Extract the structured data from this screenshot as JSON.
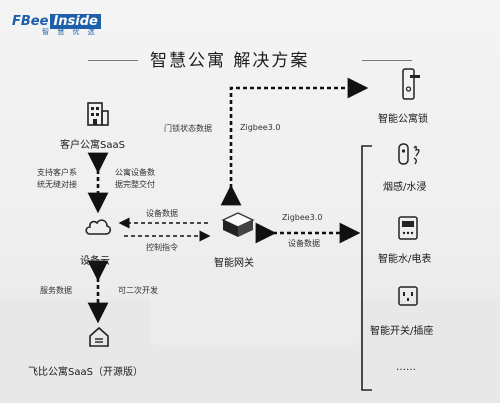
{
  "logo": {
    "brand": "FBee",
    "badge": "Inside",
    "tagline": "智 慧 优 选"
  },
  "title": "智慧公寓  解决方案",
  "nodes": {
    "saas": "客户公寓SaaS",
    "cloud": "设备云",
    "open_saas": "飞比公寓SaaS（开源版）",
    "gateway": "智能网关",
    "lock": "智能公寓锁",
    "smoke": "烟感/水浸",
    "meter": "智能水/电表",
    "switch": "智能开关/插座",
    "more": "……"
  },
  "edges": {
    "saas_left_1": "支持客户系",
    "saas_left_2": "统无缝对接",
    "saas_right_1": "公寓设备数",
    "saas_right_2": "据完整交付",
    "lock_status": "门锁状态数据",
    "zigbee_top": "Zigbee3.0",
    "device_data_1": "设备数据",
    "control": "控制指令",
    "zigbee_right": "Zigbee3.0",
    "device_data_2": "设备数据",
    "service_data": "服务数据",
    "secondary_dev": "可二次开发"
  }
}
